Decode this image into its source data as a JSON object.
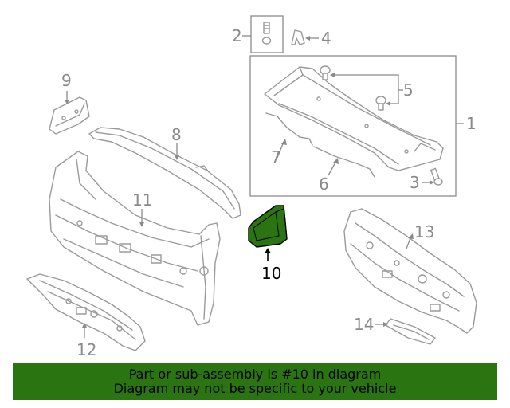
{
  "callouts": {
    "c1": "1",
    "c2": "2",
    "c3": "3",
    "c4": "4",
    "c5": "5",
    "c6": "6",
    "c7": "7",
    "c8": "8",
    "c9": "9",
    "c10": "10",
    "c11": "11",
    "c12": "12",
    "c13": "13",
    "c14": "14"
  },
  "highlight": {
    "part": "10",
    "color": "#2b7412"
  },
  "footer": {
    "line1": "Part or sub-assembly is #10 in diagram",
    "line2": "Diagram may not be specific to your vehicle",
    "background": "#2b7412"
  }
}
